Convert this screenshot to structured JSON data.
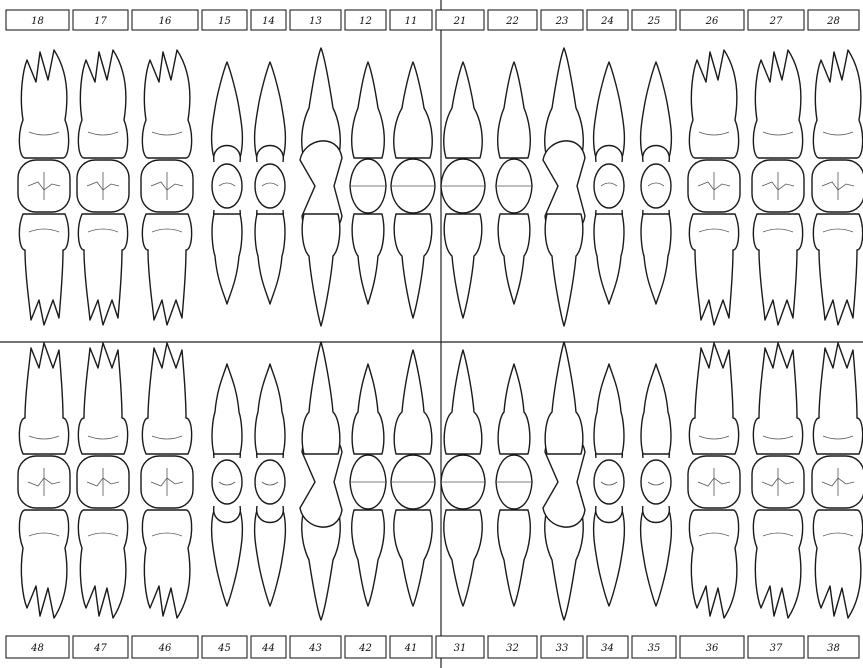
{
  "upper_numbers": [
    "18",
    "17",
    "16",
    "15",
    "14",
    "13",
    "12",
    "11",
    "21",
    "22",
    "23",
    "24",
    "25",
    "26",
    "27",
    "28"
  ],
  "lower_numbers": [
    "48",
    "47",
    "46",
    "45",
    "44",
    "43",
    "42",
    "41",
    "31",
    "32",
    "33",
    "34",
    "35",
    "36",
    "37",
    "38"
  ],
  "tooth_types": [
    "molar",
    "molar",
    "molar",
    "premolar",
    "premolar",
    "canine",
    "lateral",
    "central",
    "central",
    "lateral",
    "canine",
    "premolar",
    "premolar",
    "molar",
    "molar",
    "molar"
  ],
  "colors": {
    "ink": "#1a1a1a",
    "background": "#ffffff",
    "fissure": "#555555"
  }
}
